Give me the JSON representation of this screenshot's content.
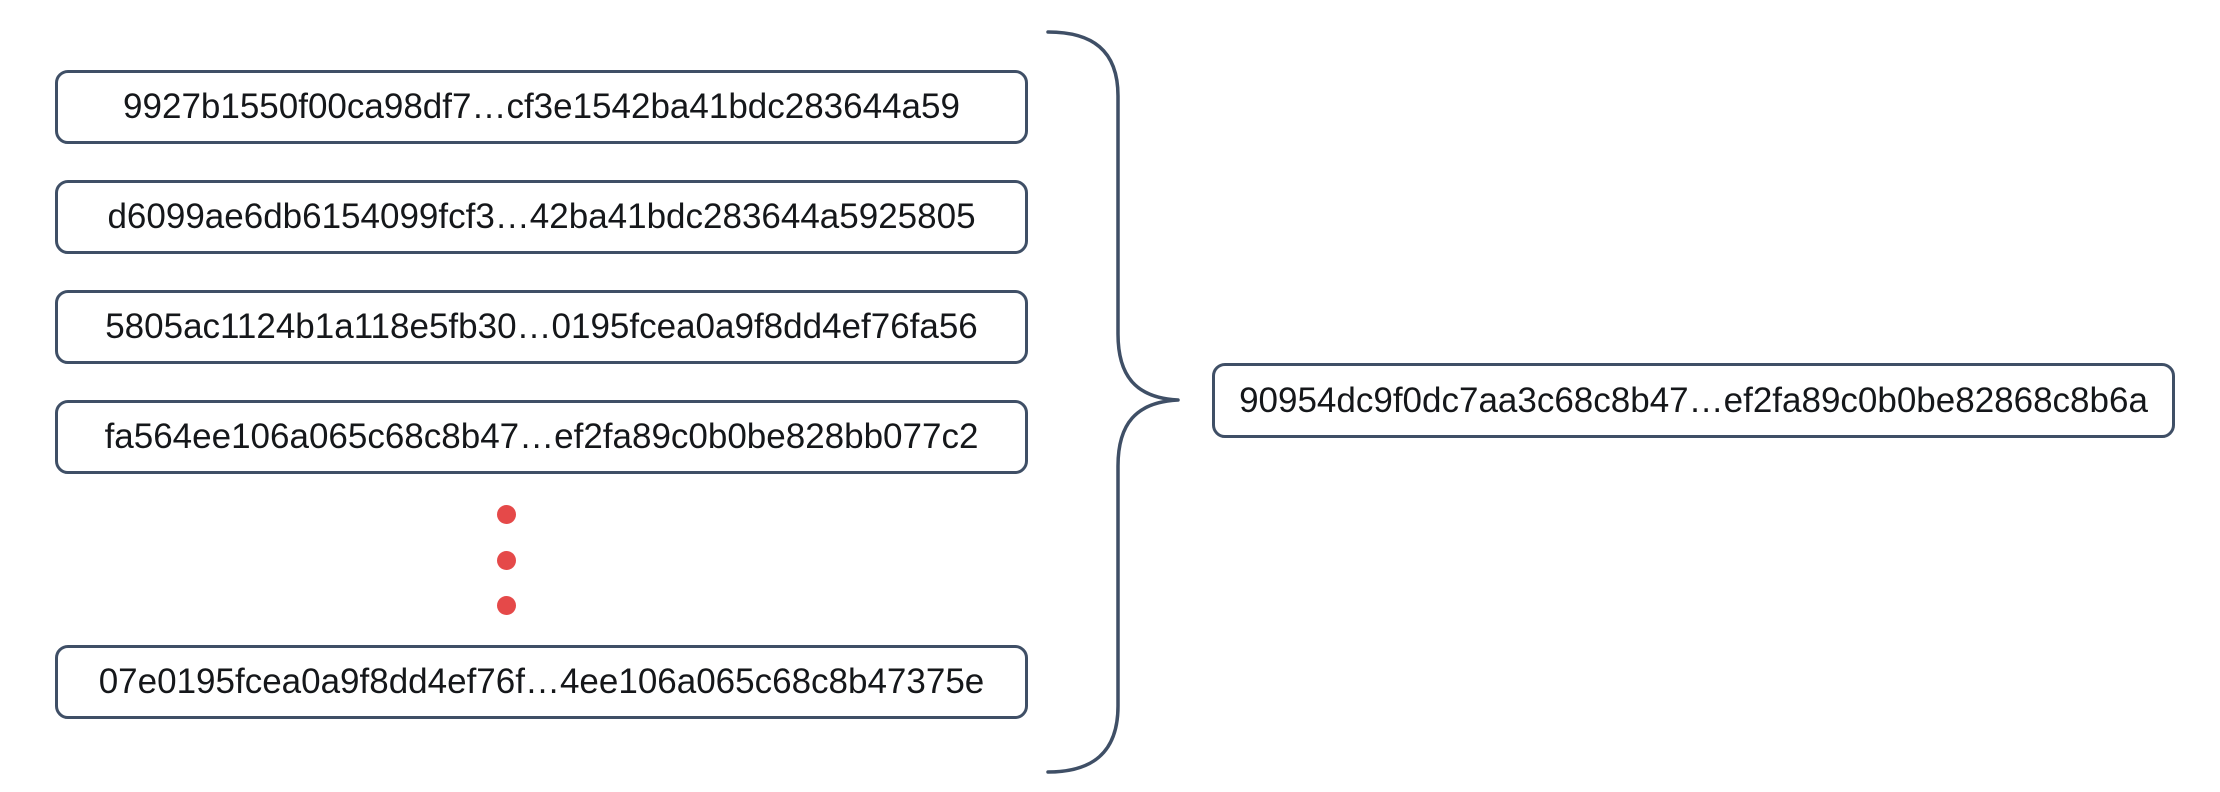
{
  "diagram": {
    "description": "Many hash values combined (curly brace) into a single hash value",
    "left_hashes": [
      "9927b1550f00ca98df7…cf3e1542ba41bdc283644a59",
      "d6099ae6db6154099fcf3…42ba41bdc283644a5925805",
      "5805ac1124b1a118e5fb30…0195fcea0a9f8dd4ef76fa56",
      "fa564ee106a065c68c8b47…ef2fa89c0b0be828bb077c2",
      "07e0195fcea0a9f8dd4ef76f…4ee106a065c68c8b47375e"
    ],
    "result_hash": "90954dc9f0dc7aa3c68c8b47…ef2fa89c0b0be82868c8b6a",
    "ellipsis_dot_count": 3,
    "colors": {
      "box_border": "#3f4f66",
      "brace_stroke": "#3f4f66",
      "text": "#15171a",
      "ellipsis_dots": "#e54949",
      "background": "#ffffff"
    }
  }
}
